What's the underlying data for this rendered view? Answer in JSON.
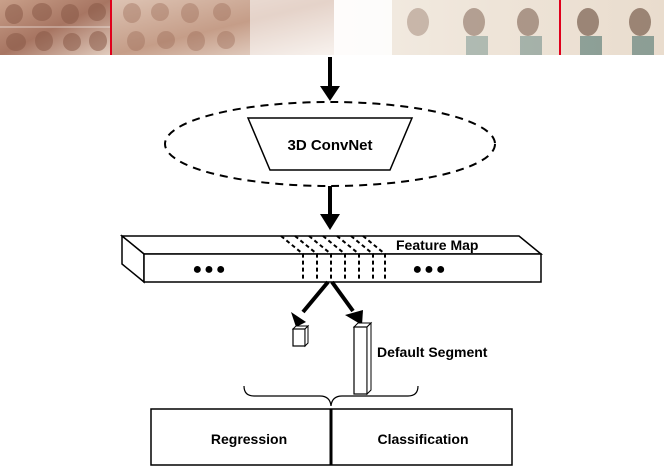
{
  "input_frames": {
    "clip_count": 3,
    "divider_color": "#e0001b",
    "clips": [
      {
        "frames": 4,
        "rows": 2,
        "fade": "strong"
      },
      {
        "frames": 4,
        "rows": 2,
        "fade": "medium"
      },
      {
        "frames": 8,
        "rows": 1,
        "fade": "light"
      }
    ]
  },
  "model": {
    "label": "3D ConvNet"
  },
  "feature_map": {
    "label": "Feature Map",
    "left_ellipsis": "●●●",
    "right_ellipsis": "●●●"
  },
  "default_segment": {
    "label": "Default Segment"
  },
  "outputs": {
    "regression_label": "Regression",
    "classification_label": "Classification"
  }
}
